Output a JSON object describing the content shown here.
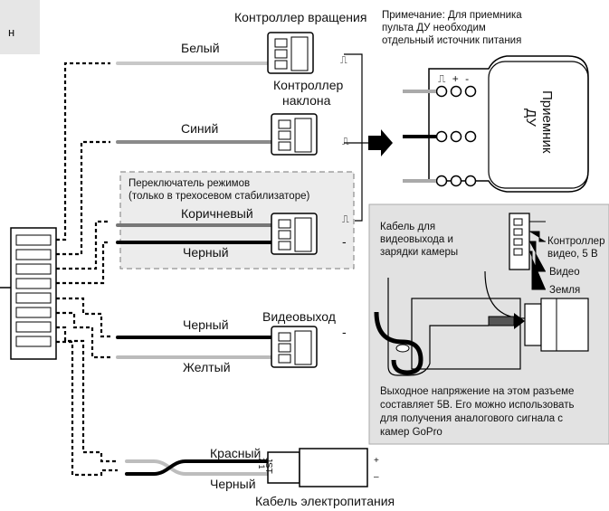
{
  "corner_label": "н",
  "labels": {
    "rotation_controller": "Контроллер вращения",
    "note": [
      "Примечание: Для приемника",
      "пульта ДУ необходим",
      "отдельный источник питания"
    ],
    "white": "Белый",
    "tilt_controller": [
      "Контроллер",
      "наклона"
    ],
    "blue": "Синий",
    "mode_switch": [
      "Переключатель режимов",
      "(только в трехосевом стабилизаторе)"
    ],
    "brown": "Коричневый",
    "black1": "Черный",
    "black_video": "Черный",
    "video_out": "Видеовыход",
    "yellow": "Желтый",
    "red": "Красный",
    "black_power": "Черный",
    "power_cable": "Кабель электропитания",
    "receiver": [
      "Приемник",
      "ДУ"
    ],
    "rx_pins": "⎍ + -",
    "cable_title": [
      "Кабель для",
      "видеовыхода и",
      "зарядки камеры"
    ],
    "video_controller": [
      "Контроллер",
      "видео, 5 В"
    ],
    "video": "Видео",
    "ground": "Земля",
    "output_note": [
      "Выходное напряжение на этом разъеме",
      "составляет 5В. Его можно использовать",
      "для получения аналогового сигнала с",
      "камер GoPro"
    ],
    "jst": "JST",
    "jst_pins": "2 1",
    "plus": "+",
    "minus": "–",
    "pwm_symbol": "⎍",
    "dash": "-"
  },
  "colors": {
    "panel_bg": "#e6e6e6",
    "inset_bg": "#e2e2e2",
    "wire_white": "#c8c8c8",
    "wire_blue": "#8a8a8a",
    "wire_black": "#000000",
    "wire_yellow": "#bdbdbd",
    "wire_red": "#9b9b9b"
  }
}
